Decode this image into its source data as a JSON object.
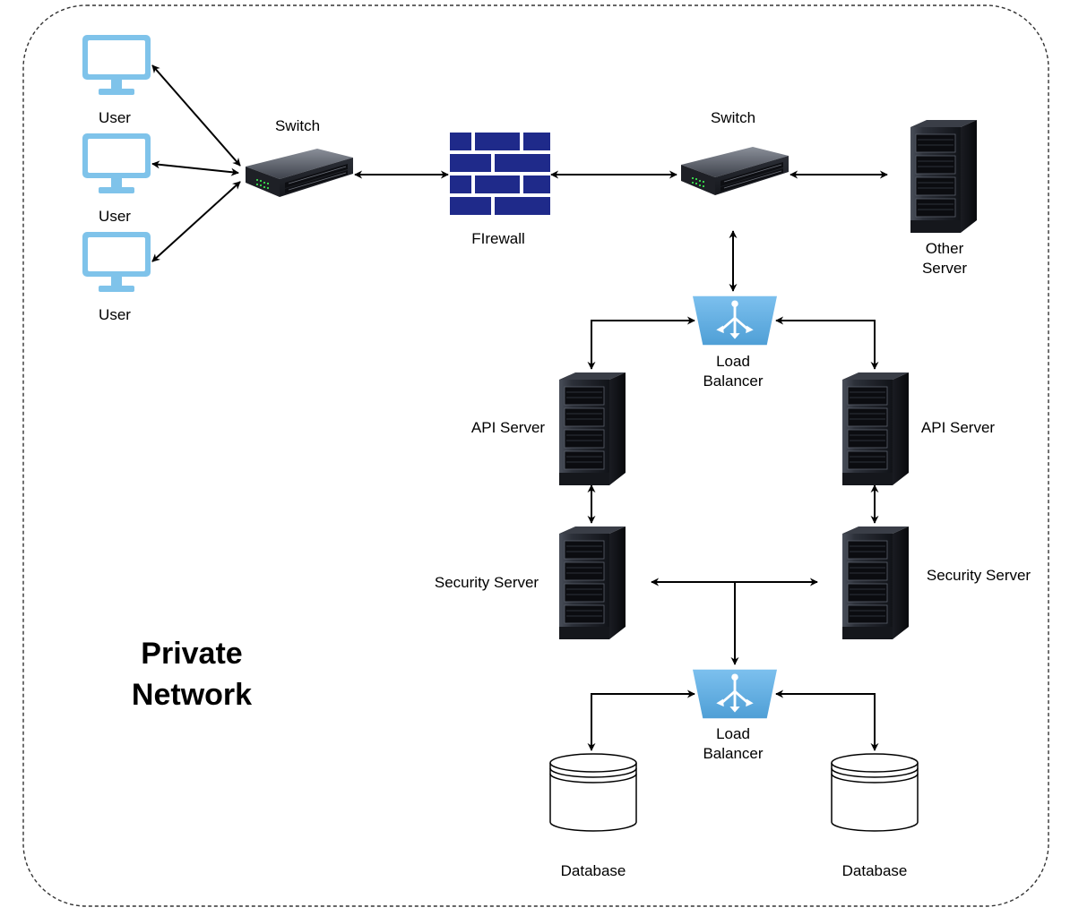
{
  "diagram": {
    "title": [
      "Private",
      "Network"
    ],
    "labels": {
      "user_1": "User",
      "user_2": "User",
      "user_3": "User",
      "switch_1": "Switch",
      "switch_2": "Switch",
      "firewall": "FIrewall",
      "other_server": [
        "Other",
        "Server"
      ],
      "load_balancer_1": [
        "Load",
        "Balancer"
      ],
      "api_server_left": "API Server",
      "api_server_right": "API Server",
      "security_server_left": "Security Server",
      "security_server_right": "Security Server",
      "load_balancer_2": [
        "Load",
        "Balancer"
      ],
      "database_left": "Database",
      "database_right": "Database"
    },
    "icons": {
      "user": "monitor-icon",
      "switch": "network-switch-icon",
      "firewall": "firewall-brick-icon",
      "server": "server-rack-icon",
      "load_balancer": "load-balancer-icon",
      "database": "database-cylinder-icon"
    },
    "connections": [
      "user_1 <-> switch_1",
      "user_2 <-> switch_1",
      "user_3 <-> switch_1",
      "switch_1 <-> firewall",
      "firewall <-> switch_2",
      "switch_2 <-> other_server",
      "switch_2 <-> load_balancer_1",
      "load_balancer_1 <-> api_server_left",
      "load_balancer_1 <-> api_server_right",
      "api_server_left <-> security_server_left",
      "api_server_right <-> security_server_right",
      "security_server_left <-> security_server_right",
      "security_servers -> load_balancer_2",
      "load_balancer_2 <-> database_left",
      "load_balancer_2 <-> database_right"
    ],
    "colors": {
      "monitor": "#7fc3ea",
      "firewall": "#1f2a8a",
      "load_balancer": "#6ab4e6",
      "server_dark": "#1c1f26",
      "switch_dark": "#2a2d36",
      "boundary": "#333333"
    }
  }
}
